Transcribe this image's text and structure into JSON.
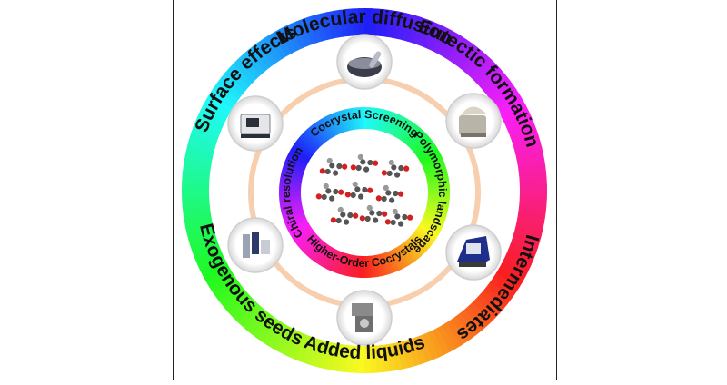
{
  "outer_ring": {
    "labels": {
      "top": "Molecular diffusion",
      "upper_right": "Eutectic formation",
      "lower_right": "Intermediates",
      "bottom": "Added liquids",
      "lower_left": "Exogenous seeds",
      "upper_left": "Surface effects"
    }
  },
  "inner_ring": {
    "labels": {
      "top": "Cocrystal Screening",
      "right": "Polymorphic landscape",
      "bottom": "Higher-Order Cocrystals",
      "left": "Chiral resolution"
    }
  },
  "instruments": [
    {
      "icon": "mortar-and-pestle-icon",
      "position": "top"
    },
    {
      "icon": "ball-mill-icon",
      "position": "upper-right"
    },
    {
      "icon": "vibratory-mill-icon",
      "position": "lower-right"
    },
    {
      "icon": "extruder-icon",
      "position": "bottom"
    },
    {
      "icon": "syringe-pump-icon",
      "position": "lower-left"
    },
    {
      "icon": "shaker-mill-icon",
      "position": "upper-left"
    }
  ],
  "center": {
    "icon": "crystal-lattice-icon"
  }
}
